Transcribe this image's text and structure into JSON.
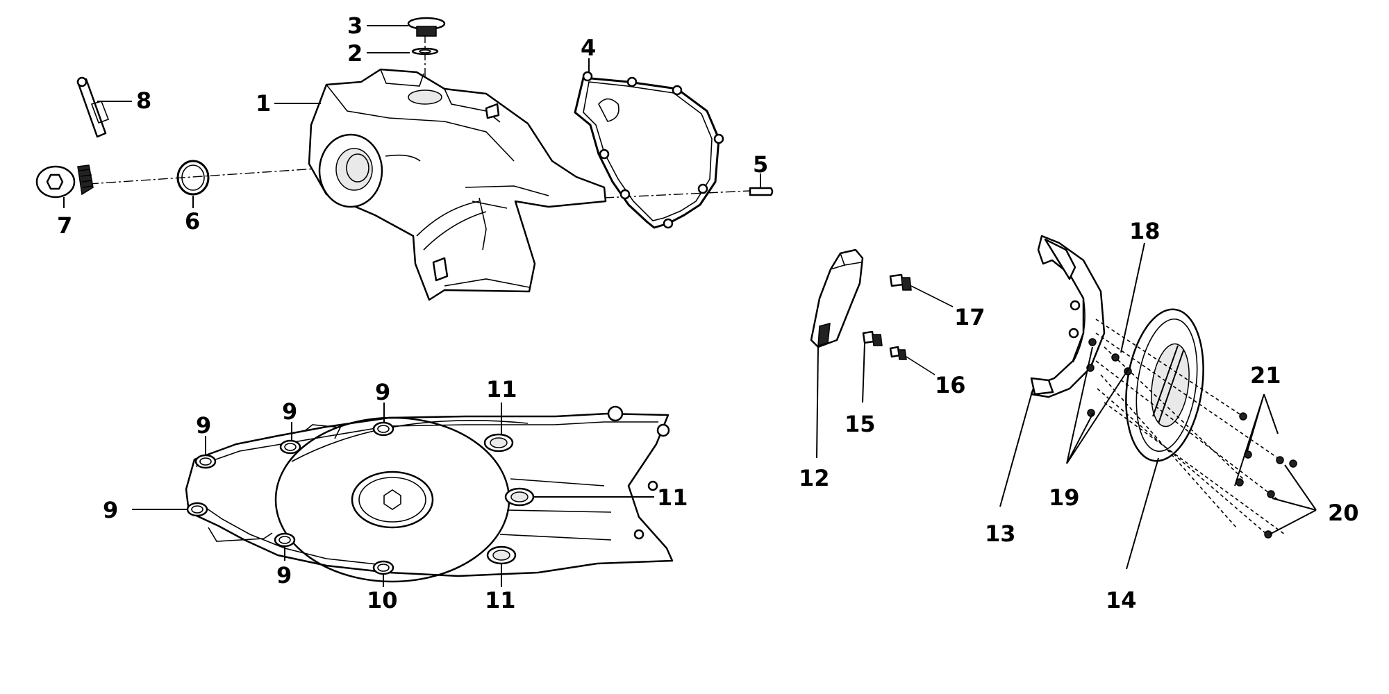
{
  "labels": {
    "l1": "1",
    "l2": "2",
    "l3": "3",
    "l4": "4",
    "l5": "5",
    "l6": "6",
    "l7": "7",
    "l8": "8",
    "l9a": "9",
    "l9b": "9",
    "l9c": "9",
    "l9d": "9",
    "l9e": "9",
    "l10": "10",
    "l11a": "11",
    "l11b": "11",
    "l11c": "11",
    "l12": "12",
    "l13": "13",
    "l14": "14",
    "l15": "15",
    "l16": "16",
    "l17": "17",
    "l18": "18",
    "l19": "19",
    "l20": "20",
    "l21": "21"
  }
}
